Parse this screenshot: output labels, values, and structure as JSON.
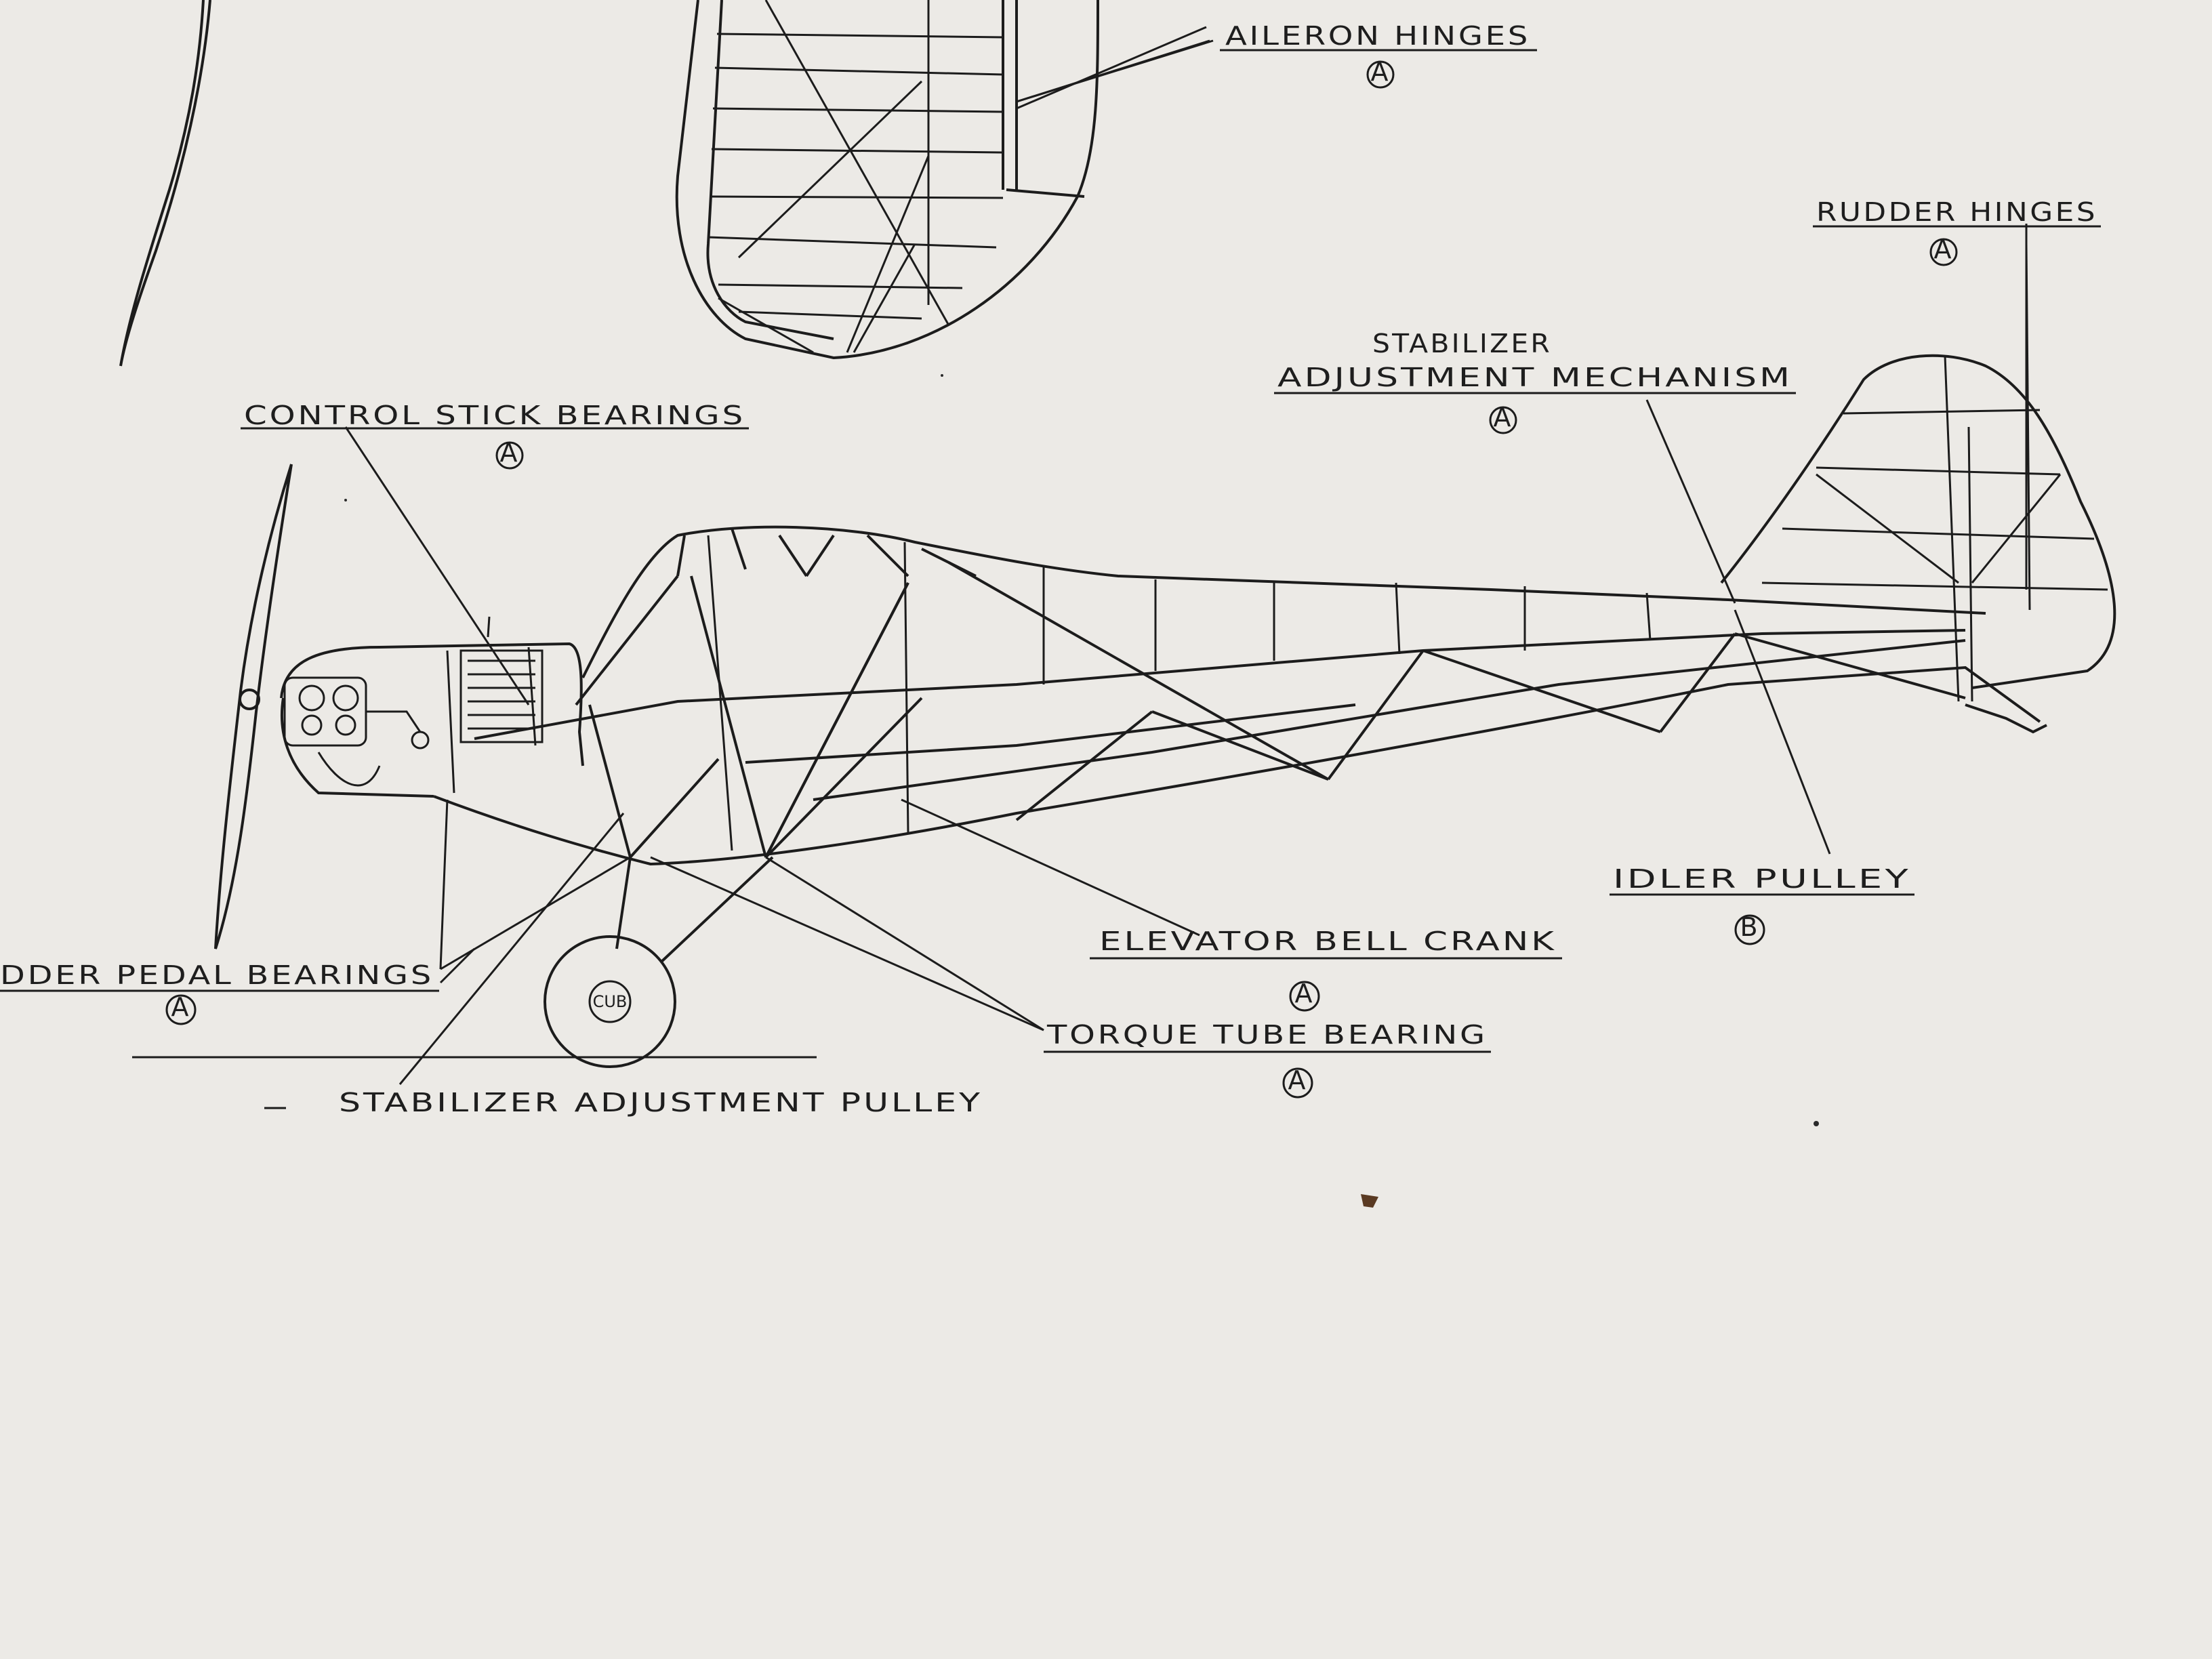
{
  "callouts": {
    "aileron_hinges": {
      "title": "AILERON HINGES",
      "mark": "A"
    },
    "rudder_hinges": {
      "title": "RUDDER HINGES",
      "mark": "A"
    },
    "stabilizer_mechanism": {
      "line1": "STABILIZER",
      "line2": "ADJUSTMENT MECHANISM",
      "mark": "A"
    },
    "control_stick": {
      "title": "CONTROL STICK BEARINGS",
      "mark": "A"
    },
    "idler_pulley": {
      "title": "IDLER PULLEY",
      "mark": "B"
    },
    "elevator_bell_crank": {
      "title": "ELEVATOR BELL CRANK",
      "mark": "A"
    },
    "rudder_pedal": {
      "title": "DDER PEDAL BEARINGS",
      "mark": "A"
    },
    "torque_tube": {
      "title": "TORQUE TUBE BEARING",
      "mark": "A"
    },
    "stabilizer_pulley": {
      "title": "STABILIZER ADJUSTMENT PULLEY"
    }
  },
  "wheel_logo": "CUB",
  "colors": {
    "paper": "#eceae6",
    "ink": "#1c1c1c",
    "speck": "#5a3a22"
  }
}
